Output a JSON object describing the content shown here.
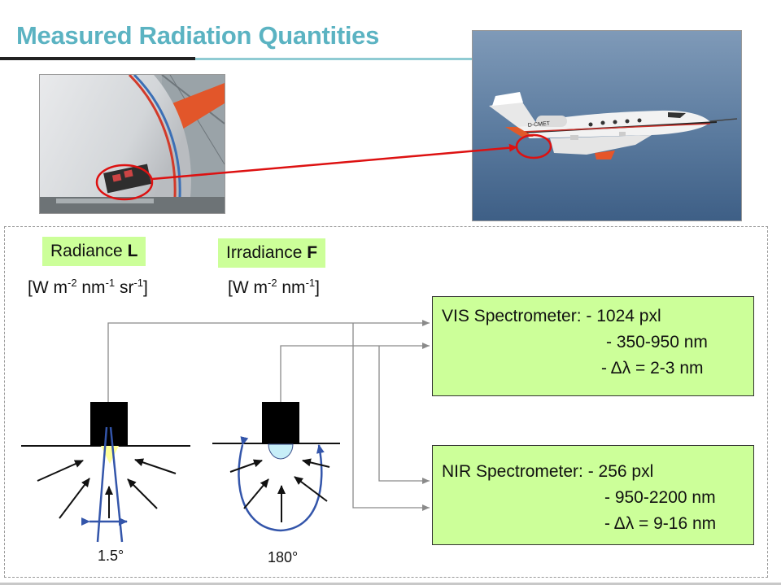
{
  "slide": {
    "title": "Measured Radiation Quantities"
  },
  "aircraft_photo": {
    "registration": "D-CMET"
  },
  "quantities": {
    "radiance": {
      "label": "Radiance ",
      "symbol": "L",
      "unit_prefix": "[W m",
      "unit_exp1": "-2",
      "unit_mid1": " nm",
      "unit_exp2": "-1",
      "unit_mid2": " sr",
      "unit_exp3": "-1",
      "unit_suffix": "]",
      "angle": "1.5°"
    },
    "irradiance": {
      "label": "Irradiance ",
      "symbol": "F",
      "unit_prefix": "[W m",
      "unit_exp1": "-2",
      "unit_mid1": " nm",
      "unit_exp2": "-1",
      "unit_suffix": "]",
      "angle": "180°"
    }
  },
  "spectrometers": {
    "vis": {
      "line1": "VIS Spectrometer: - 1024 pxl",
      "line2": "- 350-950 nm",
      "line3": "-  Δλ = 2-3 nm"
    },
    "nir": {
      "line1": "NIR Spectrometer: - 256 pxl",
      "line2": "- 950-2200 nm",
      "line3": "- Δλ = 9-16 nm"
    }
  },
  "colors": {
    "title": "#5bb3c2",
    "box_fill": "#ccff99",
    "beam": "#3355aa",
    "highlight_red": "#dd1111"
  }
}
